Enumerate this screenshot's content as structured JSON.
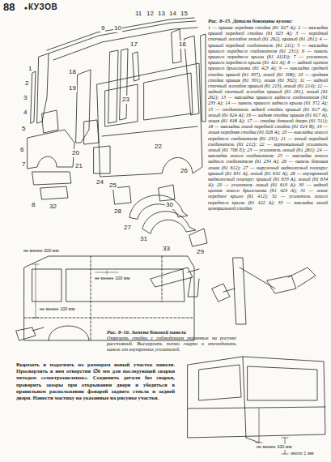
{
  "diagram": {
    "labels": [
      "88",
      "КУЗОВ",
      "1",
      "2",
      "3",
      "4",
      "5",
      "6",
      "7",
      "8",
      "9",
      "10",
      "11",
      "12",
      "13",
      "14",
      "15",
      "16",
      "17",
      "18",
      "19",
      "20",
      "21",
      "22",
      "23",
      "24",
      "25",
      "26",
      "27",
      "28",
      "29",
      "30",
      "31",
      "32",
      "33",
      "Рис. 8–15. Детали боковины кузова:",
      "1 — правая передняя стойка (61 027 A); 2 — накладка правой передней стойки (61 023 A); 3 — передний сточный желобок левый (61 262), правый (61 261); 4 — правый передний соединитель (61 211); 5 — накладка правого переднего соединителя (61 231); 6 — панель правого переднего крыла (61 411D); 7 — усилитель правого переднего крыла (61 421 A); 8 — задний щиток правого брызговика (61 423 A); 9 — накладка средней стойки правой (61 307), левой (61 308); 10 — средняя стойка правая (61 301), левая (61 302); 11 — задний сточный желобок правый (61 213), левый (61 214); 12 — задний сточный желобок правый (61 261), левый (61 262); 13 — накладка правого заднего соединителя (61 233 A); 14 — панель правого заднего крыла (61 372 A); 15 — соединитель задней стойки правый (61 617 A), левый (61 624 A); 16 — задняя стойка правая (61 617 A), левая (61 618 A); 17 — стойка боковой двери (61 511); 18 — накладка левой передней стойки (61 024 B); 19 — левая передняя стойка (61 028 A); 20 — накладка левого переднего соединителя (61 232); 21 — левый передний соединитель (61 212); 22 — вертикальный усилитель левый (61 706 E); 23 — усилитель левый (61 281); 24 — накладка левого соединителя; 25 — накладка левого заднего соединителя (61 234 A); 26 — панель боковая левая (61 612); 27 — наружный надколесный полукруг правый (61 631 A), левый (61 632 A); 28 — внутренний надколесный полукруг правый (61 633 A), левый (61 634 A); 29 — усилитель левый (61 619 A); 30 — задний щиток левого брызговика (61 424 A); 31 — левое переднее крыло (61 412); 32 — усилитель левого переднего крыла (61 422 A); 33 — накладка левой центральной стойки",
      "не менее 200 мм",
      "не менее 100 мм",
      "не менее 100 мм",
      "Рис. 8–16. Замена боковой панели",
      "Отрезать стойки с соблюдением указанных на рисунке расстояний. Высверлить точки сварки и отсоединить панель от внутренних усилителей.",
      "Вырезать и подогнать по размерам новый участок панели. Просверлить в нем отверстия ∅6 мм для последующей сварки методом «электрозаклепок». Соединить детали без сварки, проверить зазоры при открывании двери и убедиться в правильном расположении фонарей заднего стекла и задней двери. Нанести мастику на указанные на рисунке участки.",
      "не менее 100 мм",
      "около 1 мм"
    ]
  }
}
